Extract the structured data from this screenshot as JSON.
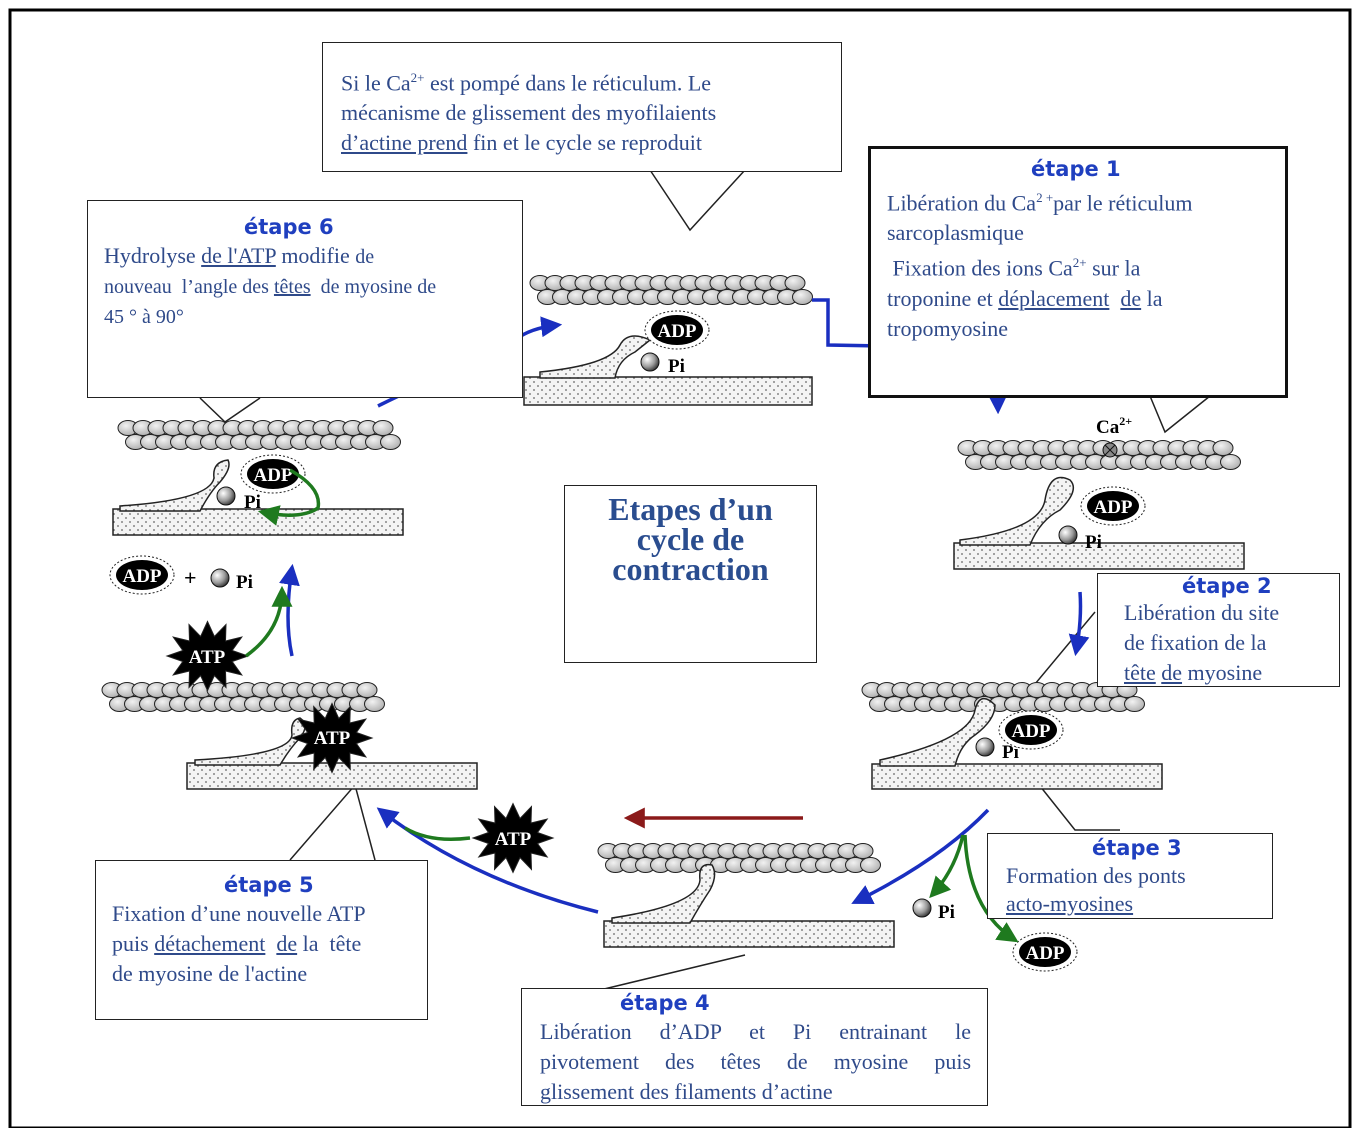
{
  "center_title": [
    "Etapes d’un",
    "cycle de",
    "contraction"
  ],
  "labels": {
    "adp": "ADP",
    "atp": "ATP",
    "pi": "Pi",
    "ca": "Ca",
    "ca_sup": "2+",
    "plus": "+"
  },
  "top_box": {
    "line1_pre": "Si le Ca",
    "line1_sup": "2+",
    "line1_post": " est pompé dans le réticulum.  Le",
    "line2": "mécanisme de glissement des myofilaients",
    "line3_u": "d’actine  prend",
    "line3_post": " fin et le cycle se reproduit"
  },
  "step1": {
    "title": "étape 1",
    "line1_pre": "Libération du Ca",
    "line1_sup": "2 +",
    "line1_post": "par le réticulum",
    "line2": "sarcoplasmique",
    "line3_pre": " Fixation des ions Ca",
    "line3_sup": "2+",
    "line3_post": " sur la",
    "line4_pre": "troponine et ",
    "line4_u1": "déplacement",
    "line4_mid": "  ",
    "line4_u2": "de",
    "line4_post": " la",
    "line5": "tropomyosine"
  },
  "step2": {
    "title": "étape 2",
    "line1": "Libération du site",
    "line2": "de fixation de la",
    "line3_u1": "tête",
    "line3_mid": " ",
    "line3_u2": "de",
    "line3_post": " myosine"
  },
  "step3": {
    "title": "étape 3",
    "line1": "Formation des ponts",
    "line2": "acto-myosines"
  },
  "step4": {
    "title": "étape 4",
    "line1": "Libération  d’ADP  et  Pi  entrainant  le",
    "line2": "pivotement  des  têtes  de  myosine  puis",
    "line3": "glissement des filaments d’actine"
  },
  "step5": {
    "title": "étape 5",
    "line1": "Fixation d’une nouvelle ATP",
    "line2_pre": "puis ",
    "line2_u1": "détachement",
    "line2_mid": "  ",
    "line2_u2": "de",
    "line2_post": " la  tête",
    "line3": "de myosine de l'actine"
  },
  "step6": {
    "title": "étape 6",
    "line1_pre": "Hydrolyse ",
    "line1_u": "de  l'ATP",
    "line1_mid": " modifie ",
    "line1_small": "de",
    "line2_pre": "nouveau  l’angle des ",
    "line2_u": "têtes",
    "line2_post": "  de myosine de",
    "line3": "45 ° à 90°"
  },
  "colors": {
    "text_blue": "#2f4a8a",
    "title_blue": "#1f3fbf",
    "arrow_blue": "#1a2fc0",
    "arrow_green": "#1f7a1f",
    "arrow_red": "#8b1a1a"
  }
}
